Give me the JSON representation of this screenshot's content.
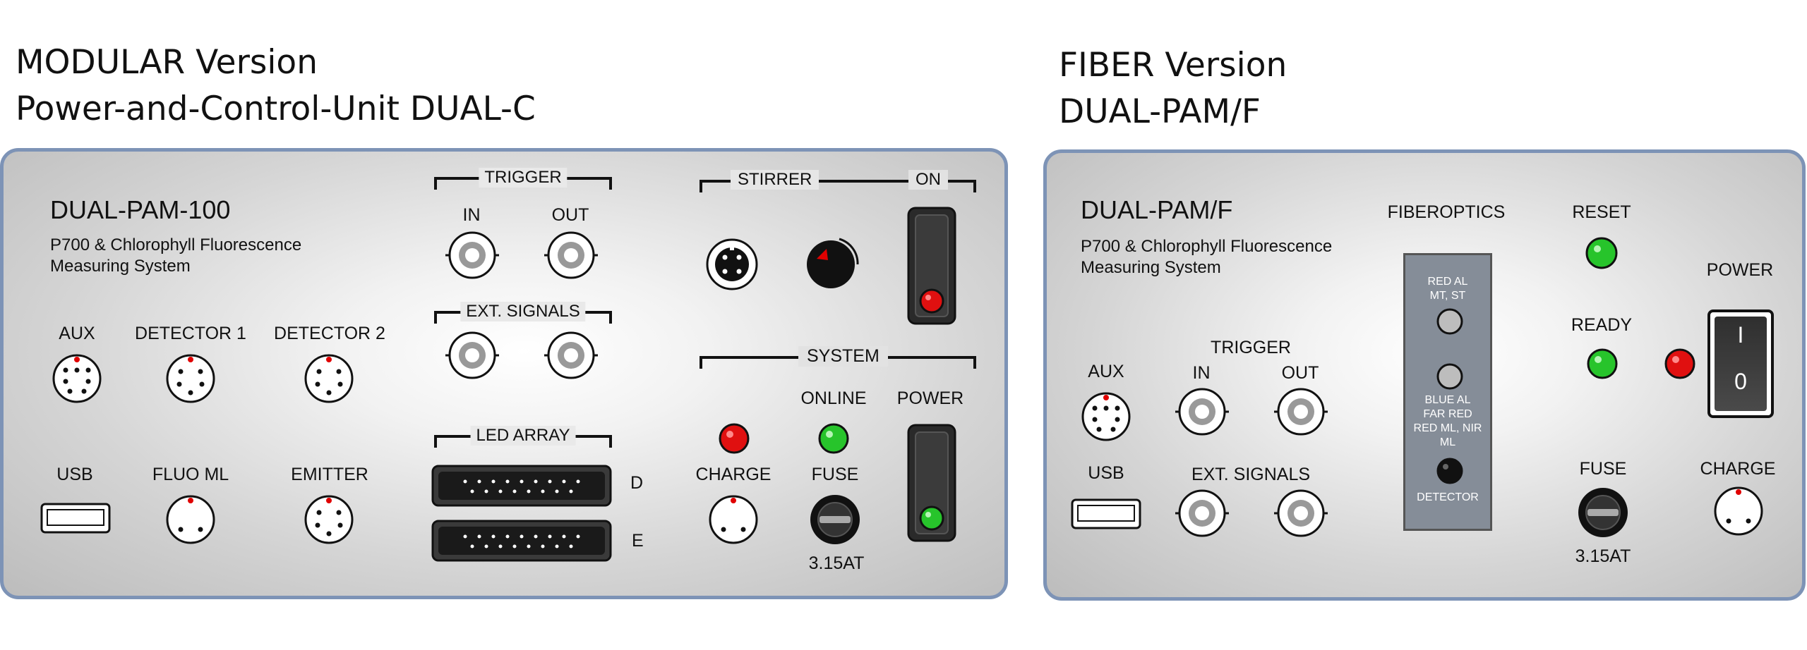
{
  "headings": {
    "left_line1": "MODULAR Version",
    "left_line2": "Power-and-Control-Unit DUAL-C",
    "right_line1": "FIBER Version",
    "right_line2": "DUAL-PAM/F"
  },
  "left_panel": {
    "title": "DUAL-PAM-100",
    "subtitle_line1": "P700 & Chlorophyll Fluorescence",
    "subtitle_line2": "Measuring System",
    "aux": "AUX",
    "detector1": "DETECTOR 1",
    "detector2": "DETECTOR 2",
    "usb": "USB",
    "fluo_ml": "FLUO ML",
    "emitter": "EMITTER",
    "trigger": "TRIGGER",
    "trig_in": "IN",
    "trig_out": "OUT",
    "ext_signals": "EXT. SIGNALS",
    "led_array": "LED ARRAY",
    "led_d": "D",
    "led_e": "E",
    "stirrer": "STIRRER",
    "stirrer_on": "ON",
    "system": "SYSTEM",
    "online": "ONLINE",
    "power": "POWER",
    "charge": "CHARGE",
    "fuse": "FUSE",
    "fuse_rating": "3.15AT"
  },
  "right_panel": {
    "title": "DUAL-PAM/F",
    "subtitle_line1": "P700 & Chlorophyll Fluorescence",
    "subtitle_line2": "Measuring System",
    "aux": "AUX",
    "usb": "USB",
    "trigger": "TRIGGER",
    "trig_in": "IN",
    "trig_out": "OUT",
    "ext_signals": "EXT. SIGNALS",
    "fiberoptics": "FIBEROPTICS",
    "port1_line1": "RED AL",
    "port1_line2": "MT, ST",
    "port2_line1": "BLUE AL",
    "port2_line2": "FAR RED",
    "port2_line3": "RED ML, NIR ML",
    "port3": "DETECTOR",
    "reset": "RESET",
    "ready": "READY",
    "power": "POWER",
    "switch_on": "I",
    "switch_off": "0",
    "fuse": "FUSE",
    "fuse_rating": "3.15AT",
    "charge": "CHARGE"
  },
  "colors": {
    "panel_border": "#7d93b6",
    "led_green": "#27c42b",
    "led_red": "#e01010",
    "connector_red_dot": "#e00000"
  }
}
